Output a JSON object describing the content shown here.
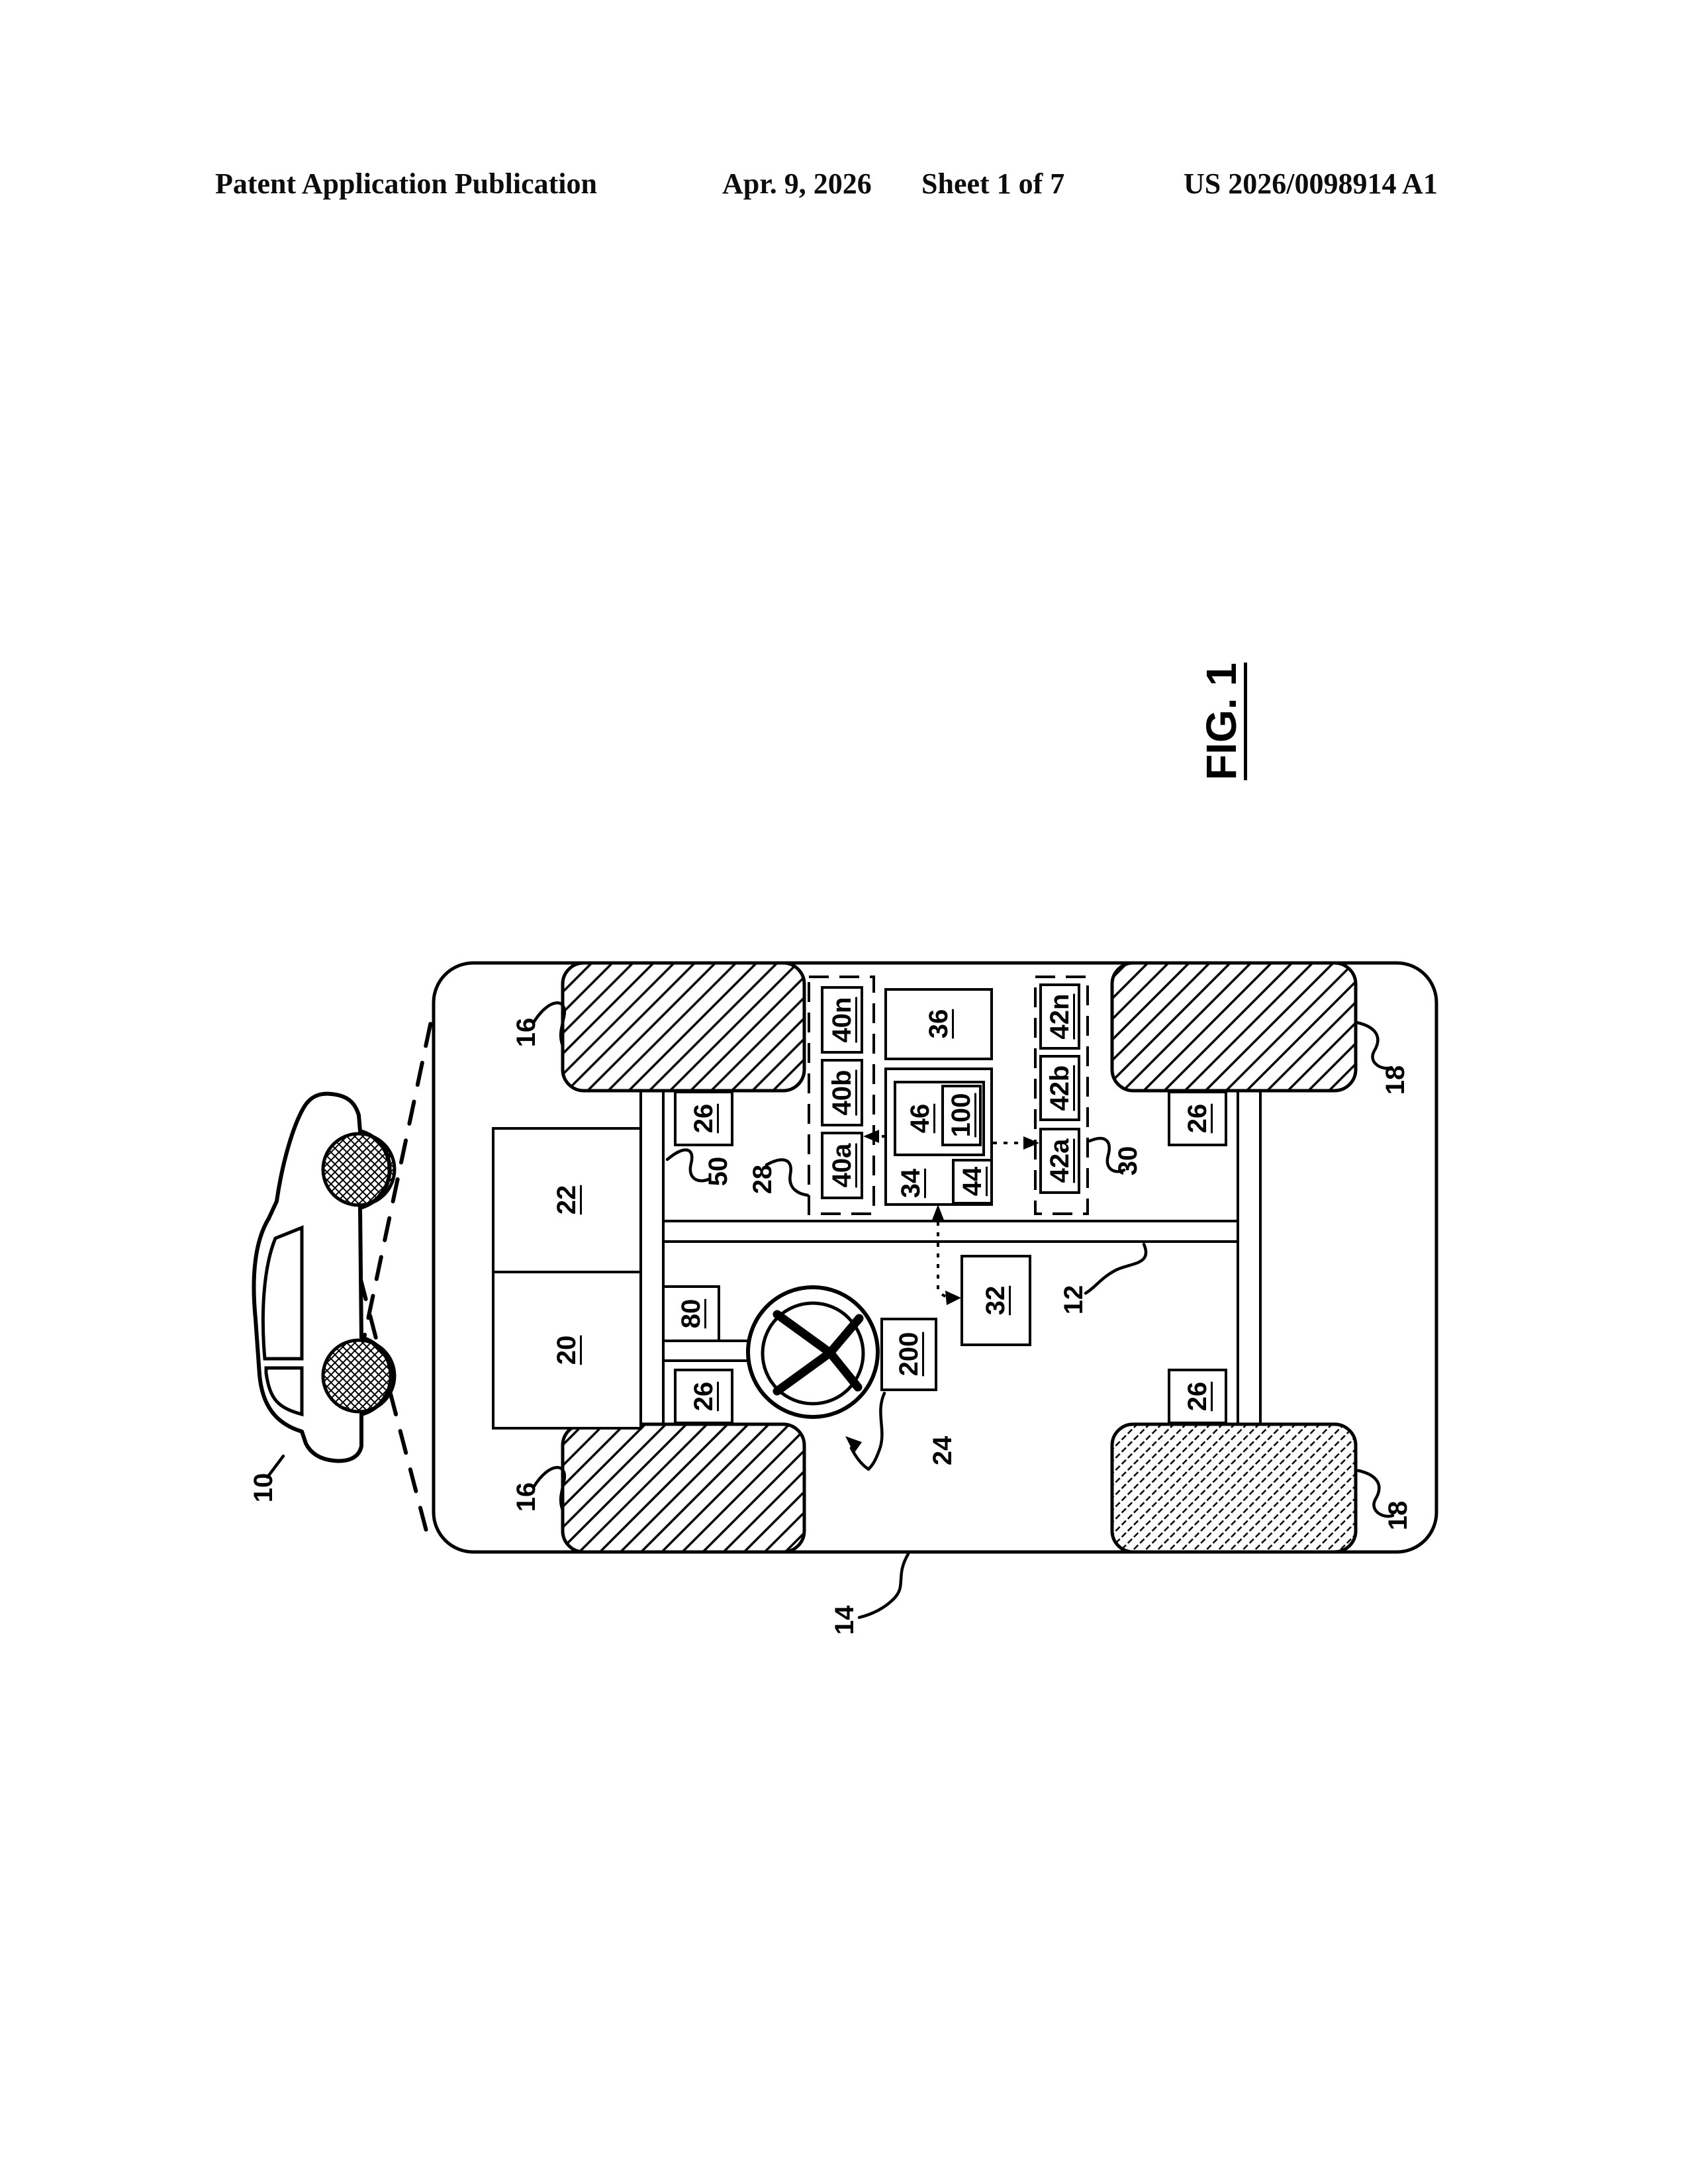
{
  "header": {
    "publication": "Patent Application Publication",
    "date": "Apr. 9, 2026",
    "sheet": "Sheet 1 of 7",
    "document_number": "US 2026/0098914 A1"
  },
  "figure": {
    "label": "FIG. 1"
  },
  "refs": {
    "10": "10",
    "12": "12",
    "14": "14",
    "16": "16",
    "18": "18",
    "20": "20",
    "22": "22",
    "24": "24",
    "26": "26",
    "28": "28",
    "30": "30",
    "32": "32",
    "34": "34",
    "36": "36",
    "40a": "40a",
    "40b": "40b",
    "40n": "40n",
    "42a": "42a",
    "42b": "42b",
    "42n": "42n",
    "44": "44",
    "46": "46",
    "50": "50",
    "80": "80",
    "100": "100",
    "200": "200"
  }
}
